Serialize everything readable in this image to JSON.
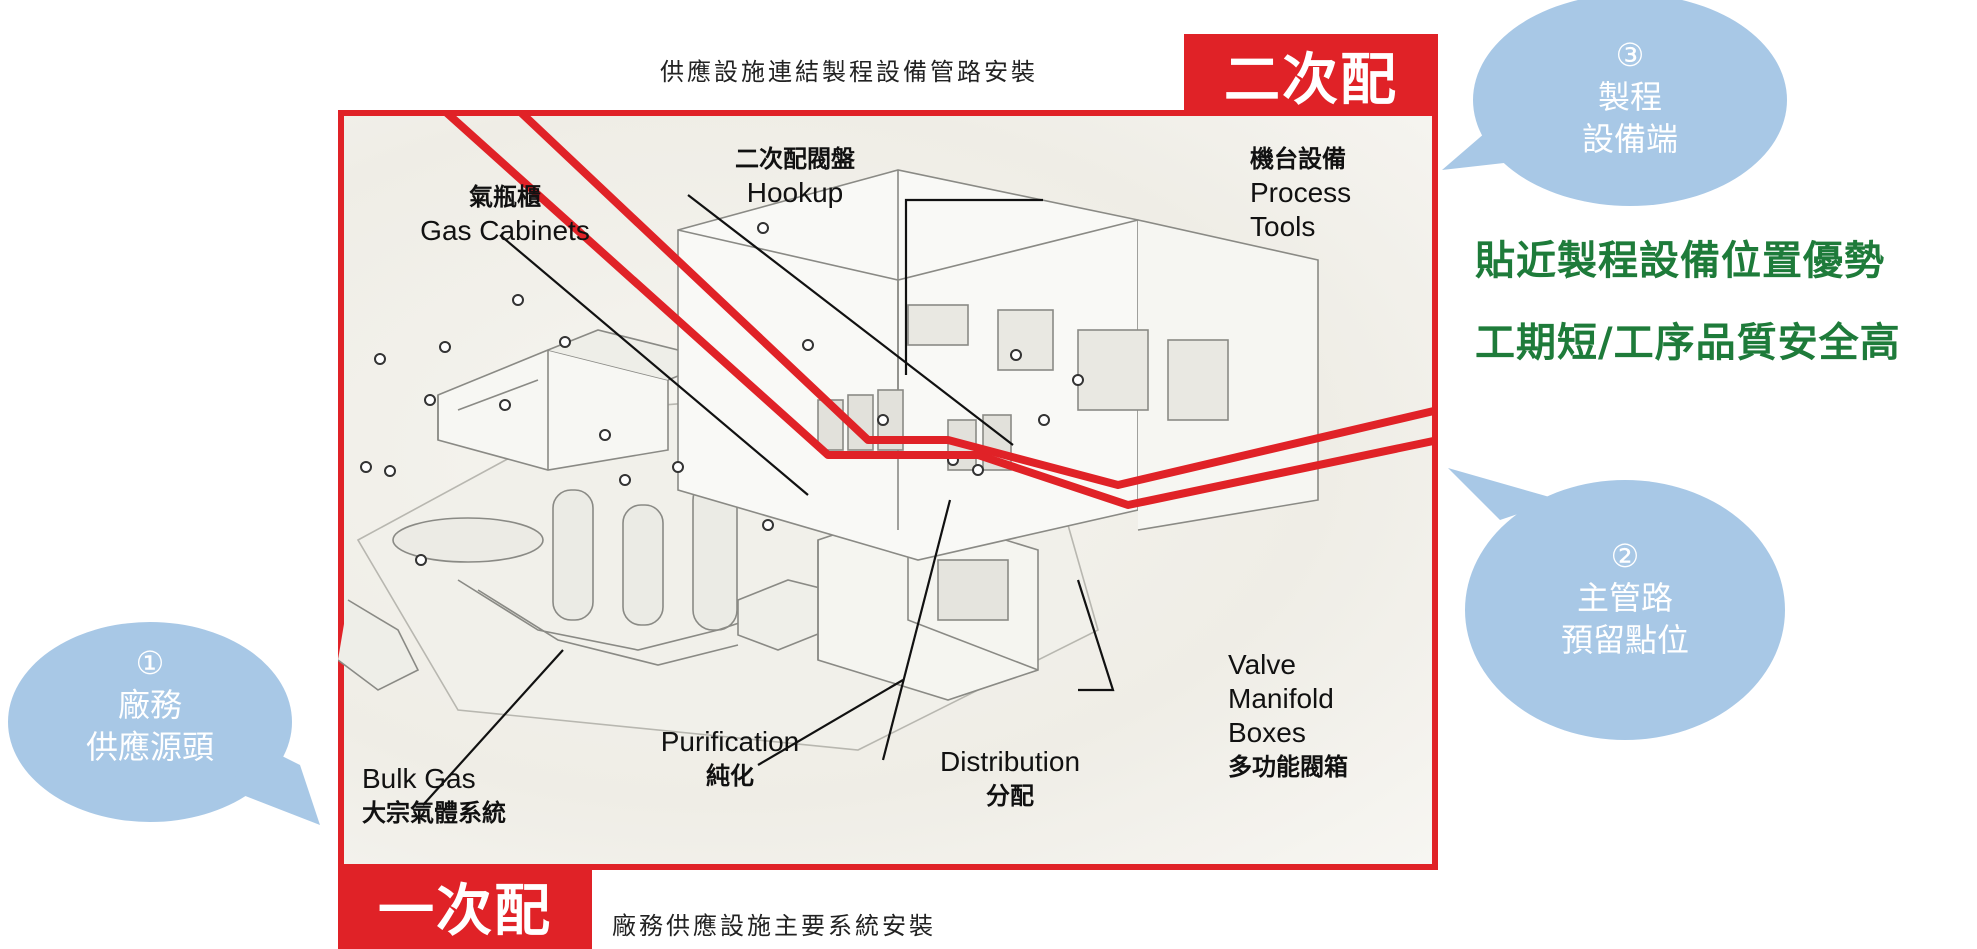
{
  "banners": {
    "secondary": "二次配",
    "primary": "一次配"
  },
  "captions": {
    "secondary": "供應設施連結製程設備管路安裝",
    "primary": "廠務供應設施主要系統安裝"
  },
  "labels": {
    "gas_cabinets_zh": "氣瓶櫃",
    "gas_cabinets_en": "Gas Cabinets",
    "hookup_zh": "二次配閥盤",
    "hookup_en": "Hookup",
    "process_tools_zh": "機台設備",
    "process_tools_en_1": "Process",
    "process_tools_en_2": "Tools",
    "bulk_gas_en": "Bulk Gas",
    "bulk_gas_zh": "大宗氣體系統",
    "purification_en": "Purification",
    "purification_zh": "純化",
    "distribution_en": "Distribution",
    "distribution_zh": "分配",
    "vmb_en_1": "Valve",
    "vmb_en_2": "Manifold",
    "vmb_en_3": "Boxes",
    "vmb_zh": "多功能閥箱"
  },
  "bubbles": {
    "b1": {
      "num": "①",
      "line1": "廠務",
      "line2": "供應源頭"
    },
    "b2": {
      "num": "②",
      "line1": "主管路",
      "line2": "預留點位"
    },
    "b3": {
      "num": "③",
      "line1": "製程",
      "line2": "設備端"
    }
  },
  "notes": {
    "note1": "貼近製程設備位置優勢",
    "note2": "工期短/工序品質安全高"
  },
  "colors": {
    "banner_red": "#e02227",
    "bubble_blue": "#a8c8e6",
    "note_green": "#1e7b3a"
  }
}
